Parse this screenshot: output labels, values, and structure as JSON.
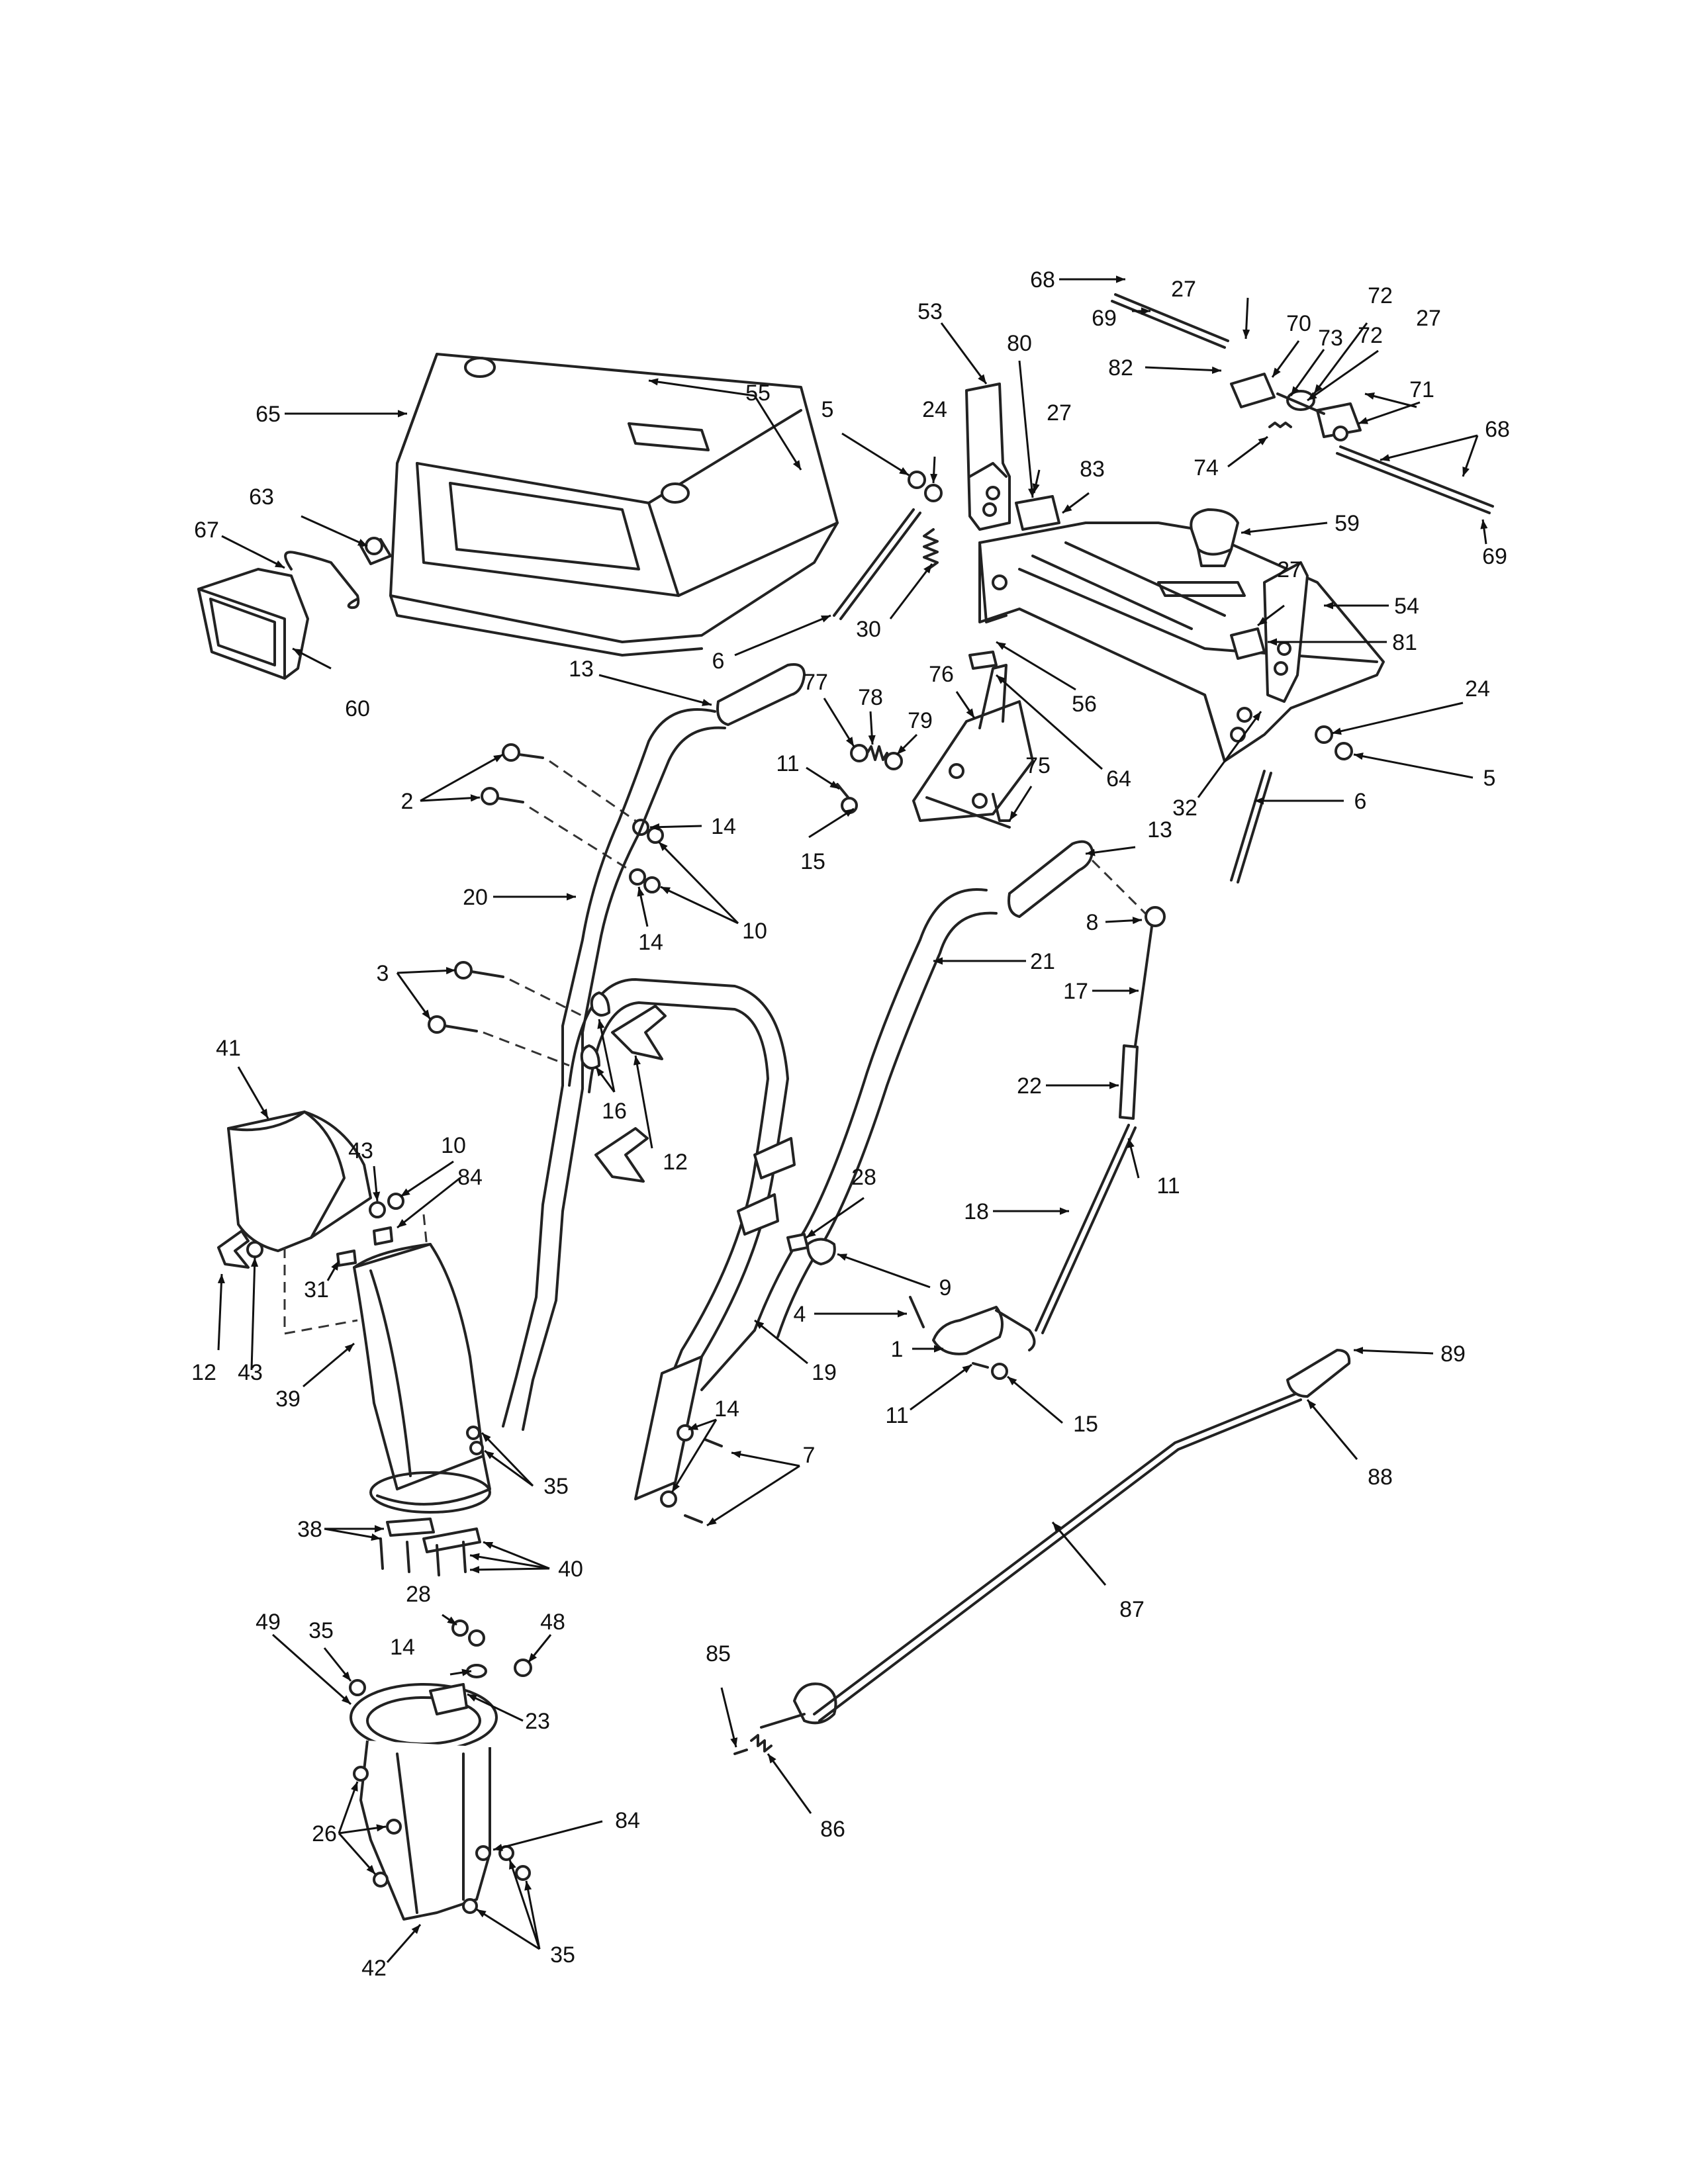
{
  "callouts": [
    {
      "n": "1"
    },
    {
      "n": "2"
    },
    {
      "n": "3"
    },
    {
      "n": "4"
    },
    {
      "n": "5"
    },
    {
      "n": "5"
    },
    {
      "n": "6"
    },
    {
      "n": "6"
    },
    {
      "n": "7"
    },
    {
      "n": "8"
    },
    {
      "n": "9"
    },
    {
      "n": "10"
    },
    {
      "n": "10"
    },
    {
      "n": "11"
    },
    {
      "n": "11"
    },
    {
      "n": "11"
    },
    {
      "n": "12"
    },
    {
      "n": "12"
    },
    {
      "n": "13"
    },
    {
      "n": "13"
    },
    {
      "n": "14"
    },
    {
      "n": "14"
    },
    {
      "n": "14"
    },
    {
      "n": "14"
    },
    {
      "n": "15"
    },
    {
      "n": "15"
    },
    {
      "n": "16"
    },
    {
      "n": "17"
    },
    {
      "n": "18"
    },
    {
      "n": "19"
    },
    {
      "n": "20"
    },
    {
      "n": "21"
    },
    {
      "n": "22"
    },
    {
      "n": "23"
    },
    {
      "n": "24"
    },
    {
      "n": "24"
    },
    {
      "n": "26"
    },
    {
      "n": "27"
    },
    {
      "n": "27"
    },
    {
      "n": "27"
    },
    {
      "n": "27"
    },
    {
      "n": "28"
    },
    {
      "n": "28"
    },
    {
      "n": "30"
    },
    {
      "n": "31"
    },
    {
      "n": "32"
    },
    {
      "n": "35"
    },
    {
      "n": "35"
    },
    {
      "n": "35"
    },
    {
      "n": "38"
    },
    {
      "n": "39"
    },
    {
      "n": "40"
    },
    {
      "n": "41"
    },
    {
      "n": "42"
    },
    {
      "n": "43"
    },
    {
      "n": "43"
    },
    {
      "n": "48"
    },
    {
      "n": "49"
    },
    {
      "n": "53"
    },
    {
      "n": "54"
    },
    {
      "n": "55"
    },
    {
      "n": "56"
    },
    {
      "n": "59"
    },
    {
      "n": "60"
    },
    {
      "n": "63"
    },
    {
      "n": "64"
    },
    {
      "n": "65"
    },
    {
      "n": "67"
    },
    {
      "n": "68"
    },
    {
      "n": "68"
    },
    {
      "n": "69"
    },
    {
      "n": "69"
    },
    {
      "n": "70"
    },
    {
      "n": "71"
    },
    {
      "n": "72"
    },
    {
      "n": "72"
    },
    {
      "n": "73"
    },
    {
      "n": "74"
    },
    {
      "n": "75"
    },
    {
      "n": "76"
    },
    {
      "n": "77"
    },
    {
      "n": "78"
    },
    {
      "n": "79"
    },
    {
      "n": "80"
    },
    {
      "n": "81"
    },
    {
      "n": "82"
    },
    {
      "n": "83"
    },
    {
      "n": "84"
    },
    {
      "n": "84"
    },
    {
      "n": "85"
    },
    {
      "n": "86"
    },
    {
      "n": "87"
    },
    {
      "n": "88"
    },
    {
      "n": "89"
    }
  ]
}
